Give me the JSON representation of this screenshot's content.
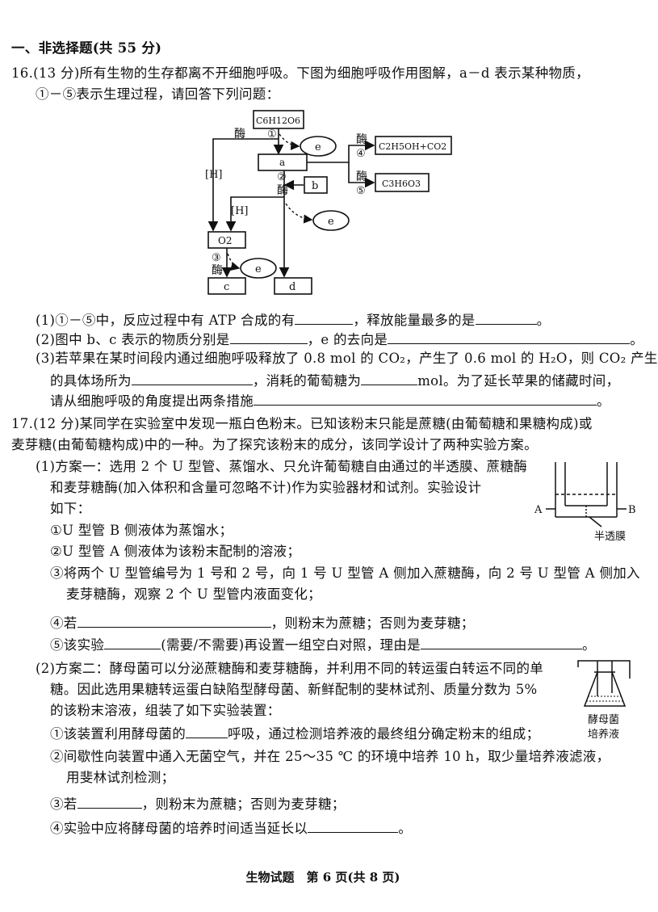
{
  "section_header": "一、非选择题(共 55 分)",
  "q16": {
    "line1": "16.(13 分)所有生物的生存都离不开细胞呼吸。下图为细胞呼吸作用图解，a－d 表示某种物质，",
    "line2": "①－⑤表示生理过程，请回答下列问题：",
    "diagram": {
      "glucose": "C6H12O6",
      "a": "a",
      "b": "b",
      "c": "c",
      "d": "d",
      "e": "e",
      "o2": "O2",
      "ethanol": "C2H5OH+CO2",
      "lactic": "C3H6O3",
      "enzyme": "酶",
      "h": "[H]",
      "p1": "①",
      "p2": "②",
      "p3": "③",
      "p4": "④",
      "p5": "⑤"
    },
    "sub1_a": "(1)①－⑤中，反应过程中有 ATP 合成的有",
    "sub1_b": "，释放能量最多的是",
    "sub1_c": "。",
    "sub2_a": "(2)图中 b、c 表示的物质分别是",
    "sub2_b": "，e 的去向是",
    "sub2_c": "。",
    "sub3_l1": "(3)若苹果在某时间段内通过细胞呼吸释放了 0.8 mol 的 CO₂，产生了 0.6 mol 的 H₂O，则 CO₂ 产生",
    "sub3_l2a": "的具体场所为",
    "sub3_l2b": "，消耗的葡萄糖为",
    "sub3_l2c": "mol。为了延长苹果的储藏时间，",
    "sub3_l3a": "请从细胞呼吸的角度提出两条措施",
    "sub3_l3b": "。"
  },
  "q17": {
    "line1": "17.(12 分)某同学在实验室中发现一瓶白色粉末。已知该粉末只能是蔗糖(由葡萄糖和果糖构成)或",
    "line2": "麦芽糖(由葡萄糖构成)中的一种。为了探究该粉末的成分，该同学设计了两种实验方案。",
    "p1_l1": "(1)方案一：选用 2 个 U 型管、蒸馏水、只允许葡萄糖自由通过的半透膜、蔗糖酶",
    "p1_l2": "和麦芽糖酶(加入体积和含量可忽略不计)作为实验器材和试剂。实验设计",
    "p1_l3": "如下：",
    "s1": "①U 型管 B 侧液体为蒸馏水；",
    "s2": "②U 型管 A 侧液体为该粉末配制的溶液；",
    "s3_l1": "③将两个 U 型管编号为 1 号和 2 号，向 1 号 U 型管 A 侧加入蔗糖酶，向 2 号 U 型管 A 侧加入",
    "s3_l2": "麦芽糖酶，观察 2 个 U 型管内液面变化；",
    "s4_a": "④若",
    "s4_b": "，则粉末为蔗糖；否则为麦芽糖；",
    "s5_a": "⑤该实验",
    "s5_b": "(需要/不需要)再设置一组空白对照，理由是",
    "s5_c": "。",
    "utube": {
      "a": "A",
      "b": "B",
      "membrane": "半透膜"
    },
    "p2_l1": "(2)方案二：酵母菌可以分泌蔗糖酶和麦芽糖酶，并利用不同的转运蛋白转运不同的单",
    "p2_l2": "糖。因此选用果糖转运蛋白缺陷型酵母菌、新鲜配制的斐林试剂、质量分数为 5%",
    "p2_l3": "的该粉末溶液，组装了如下实验装置：",
    "flask_label1": "酵母菌",
    "flask_label2": "培养液",
    "t1_a": "①该装置利用酵母菌的",
    "t1_b": "呼吸，通过检测培养液的最终组分确定粉末的组成；",
    "t2_l1": "②间歇性向装置中通入无菌空气，并在 25～35 ℃ 的环境中培养 10 h，取少量培养液滤液，",
    "t2_l2": "用斐林试剂检测；",
    "t3_a": "③若",
    "t3_b": "，则粉末为蔗糖；否则为麦芽糖；",
    "t4_a": "④实验中应将酵母菌的培养时间适当延长以",
    "t4_b": "。"
  },
  "footer": "生物试题　第 6 页(共 8 页)"
}
